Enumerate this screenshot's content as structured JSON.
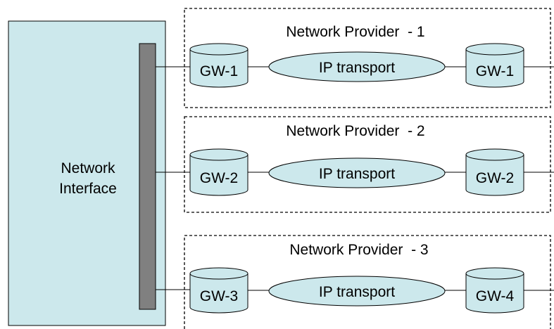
{
  "colors": {
    "interface_fill": "#cce8ec",
    "bar_fill": "#808080",
    "gateway_fill": "#cce8ec",
    "cloud_fill": "#cce8ec",
    "line": "#000000"
  },
  "network_interface": {
    "label_line1": "Network",
    "label_line2": "Interface"
  },
  "providers": [
    {
      "title": "Network Provider  - 1",
      "gw_left": "GW-1",
      "transport": "IP transport",
      "gw_right": "GW-1"
    },
    {
      "title": "Network Provider  - 2",
      "gw_left": "GW-2",
      "transport": "IP transport",
      "gw_right": "GW-2"
    },
    {
      "title": "Network Provider  - 3",
      "gw_left": "GW-3",
      "transport": "IP transport",
      "gw_right": "GW-4"
    }
  ]
}
